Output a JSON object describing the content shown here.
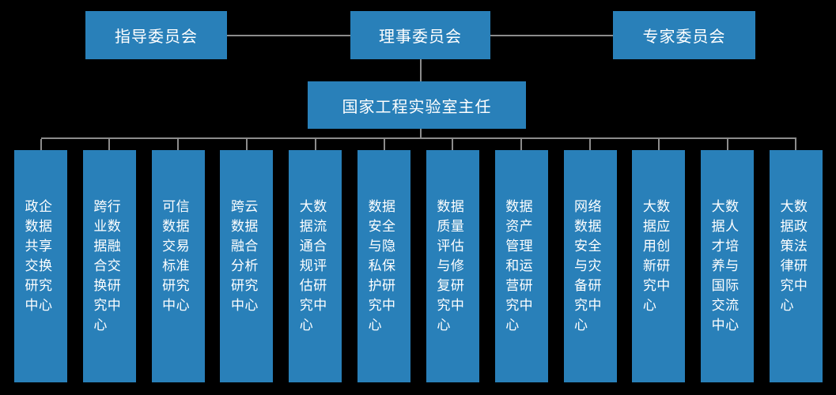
{
  "diagram": {
    "committees": [
      "指导委员会",
      "理事委员会",
      "专家委员会"
    ],
    "director": "国家工程实验室主任",
    "centers": [
      "政企数据共享交换研究中心",
      "跨行业数据融合交换研究中心",
      "可信数据交易标准研究中心",
      "跨云数据融合分析研究中心",
      "大数据流通合规评估研究中心",
      "数据安全与隐私保护研究中心",
      "数据质量评估与修复研究中心",
      "数据资产管理和运营研究中心",
      "网络数据安全与灾备研究中心",
      "大数据应用创新研究中心",
      "大数据人才培养与国际交流中心",
      "大数据政策法律研究中心"
    ],
    "colors": {
      "box_fill": "#2980b9",
      "connector": "#8c8c8c",
      "background": "#000000",
      "text": "#ffffff"
    }
  }
}
